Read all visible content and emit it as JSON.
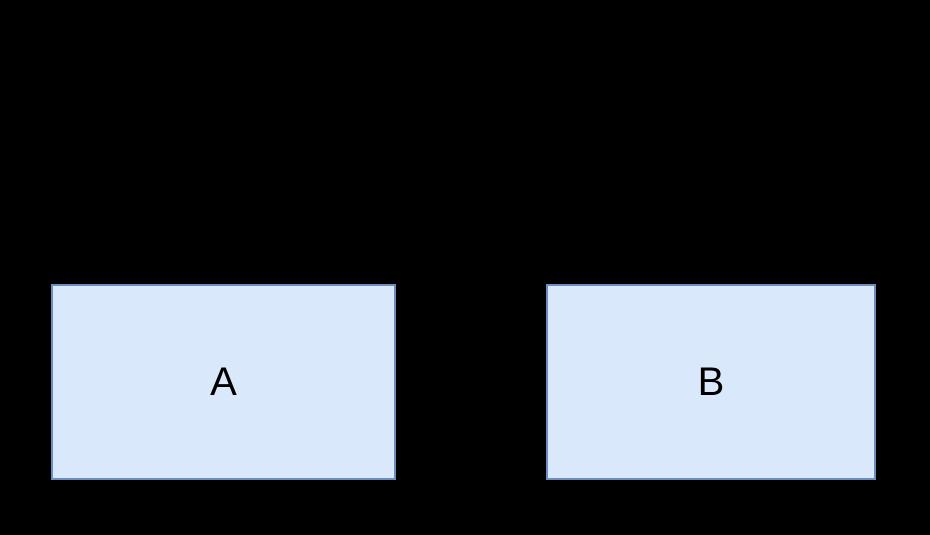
{
  "diagram": {
    "nodes": [
      {
        "id": "A",
        "label": "A"
      },
      {
        "id": "B",
        "label": "B"
      }
    ]
  },
  "colors": {
    "canvas-bg": "#000000",
    "node-fill": "#dae8fc",
    "node-border": "#6c8ebf",
    "node-text": "#000000"
  }
}
